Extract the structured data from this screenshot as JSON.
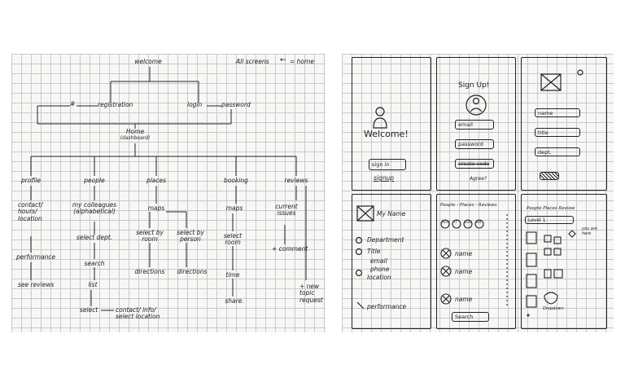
{
  "sitemap": {
    "welcome": "welcome",
    "all_screens_note": "All screens",
    "home_note": "= home",
    "hash": "#",
    "registration": "registration",
    "login": "login",
    "password": "password",
    "home": "Home",
    "dashboard": "(dashboard)",
    "sections": [
      "profile",
      "people",
      "places",
      "booking",
      "reviews"
    ],
    "profile_items": [
      "contact/ hours/ location",
      "performance",
      "see reviews"
    ],
    "people_items": [
      "my colleagues (alphabetical)",
      "select dept.",
      "search",
      "list",
      "select",
      "contact/ info/ select location"
    ],
    "places_items": [
      "maps",
      "select by room",
      "select by person",
      "directions",
      "directions"
    ],
    "booking_items": [
      "maps",
      "select room",
      "time",
      "share."
    ],
    "reviews_items": [
      "current issues",
      "+ comment",
      "+ new topic request"
    ]
  },
  "wireframes": {
    "welcome": {
      "title": "Welcome!",
      "signin": "sign in",
      "signup": "signup"
    },
    "signup": {
      "title": "Sign Up!",
      "fields": [
        "email",
        "password",
        "create code"
      ],
      "footer": "Agree?"
    },
    "form": {
      "fields": [
        "name",
        "title",
        "dept."
      ]
    },
    "profile": {
      "name": "My Name",
      "items": [
        "Department",
        "Title",
        "email",
        "phone",
        "location"
      ],
      "performance": "performance"
    },
    "people": {
      "tabs": "People - Places - Reviews",
      "chips": [
        "Acct",
        "IT",
        "Dev",
        "HR"
      ],
      "rows": [
        "name",
        "name",
        "name"
      ],
      "search": "Search"
    },
    "places": {
      "tabs": "People Places Review",
      "level": "Level 1",
      "you_are_here": "you are here",
      "dropdown": "Dropdown"
    }
  }
}
